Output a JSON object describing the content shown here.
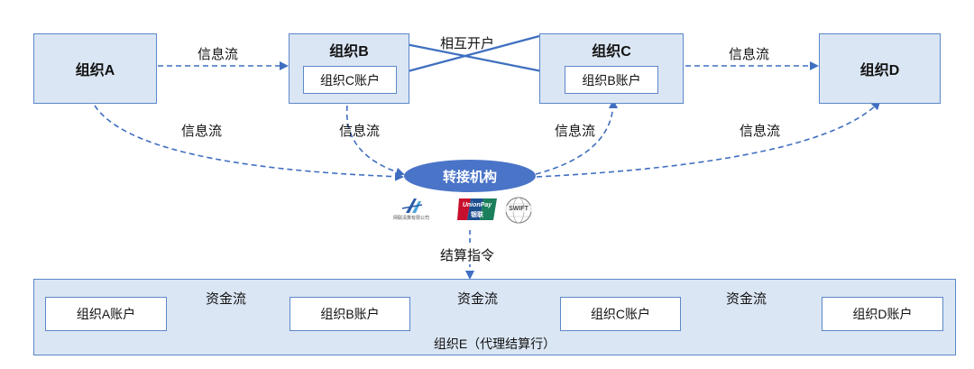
{
  "colors": {
    "box_fill": "#dbe6f4",
    "border": "#5b87c9",
    "arrow": "#3f6fc0",
    "hub_fill": "#4a74c8",
    "union_red": "#c8102e",
    "union_blue": "#1d4f91",
    "union_green": "#1a7f5a"
  },
  "orgA": {
    "title": "组织A"
  },
  "orgB": {
    "title": "组织B",
    "account": "组织C账户"
  },
  "orgC": {
    "title": "组织C",
    "account": "组织B账户"
  },
  "orgD": {
    "title": "组织D"
  },
  "hub": {
    "label": "转接机构"
  },
  "labels": {
    "mutual": "相互开户",
    "info_ab": "信息流",
    "info_cd": "信息流",
    "info_a_hub": "信息流",
    "info_b_hub": "信息流",
    "info_hub_c": "信息流",
    "info_hub_d": "信息流",
    "settlement": "结算指令"
  },
  "logos": {
    "nets_caption": "网联清算有限公司",
    "unionpay_top": "UnionPay",
    "unionpay_bottom": "银联",
    "swift": "SWIFT"
  },
  "bank": {
    "caption": "组织E（代理结算行）",
    "accounts": [
      "组织A账户",
      "组织B账户",
      "组织C账户",
      "组织D账户"
    ],
    "flows": [
      "资金流",
      "资金流",
      "资金流"
    ]
  }
}
